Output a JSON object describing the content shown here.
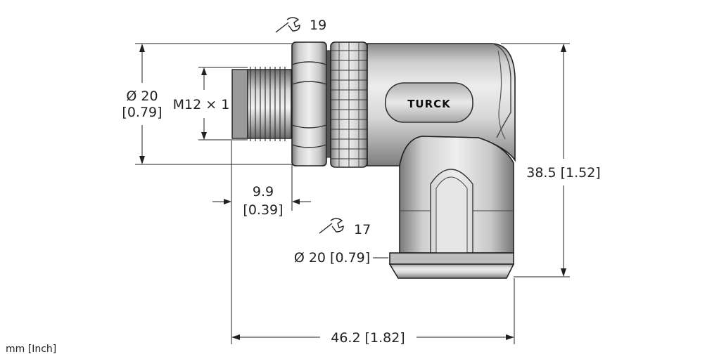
{
  "brand": "TURCK",
  "units": "mm [Inch]",
  "wrench_top": "19",
  "wrench_bottom": "17",
  "dims": {
    "diameter_line1": "Ø 20",
    "diameter_line2": "[0.79]",
    "thread": "M12 × 1",
    "thread_length_line1": "9.9",
    "thread_length_line2": "[0.39]",
    "height": "38.5 [1.52]",
    "cable_diameter": "Ø 20 [0.79]",
    "width": "46.2 [1.82]"
  }
}
